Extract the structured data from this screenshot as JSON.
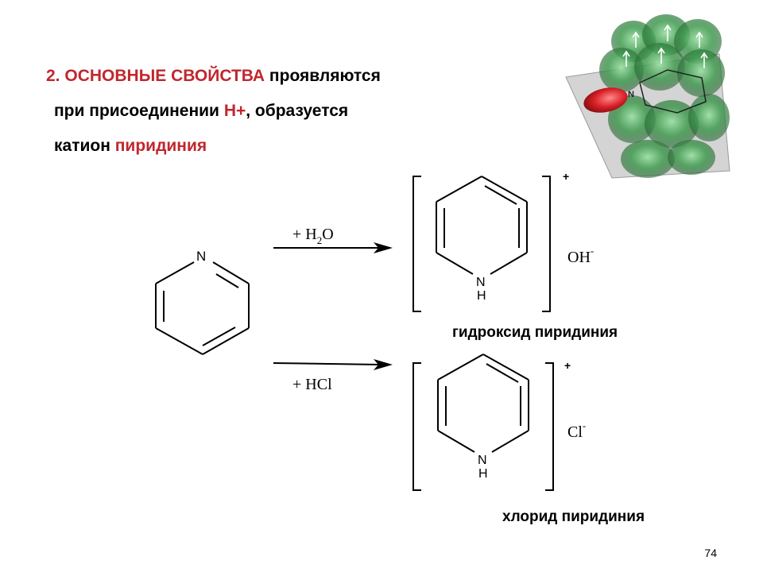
{
  "heading": {
    "line1_number": "2.",
    "line1_red": "ОСНОВНЫЕ СВОЙСТВА",
    "line1_rest": " проявляются",
    "line2_start": "при присоединении ",
    "line2_red": "Н+",
    "line2_end": ", образуется",
    "line3_start": "катион ",
    "line3_red": "пиридиния"
  },
  "reactant": {
    "atom_label": "N"
  },
  "reaction1": {
    "reagent_prefix": "+ H",
    "reagent_sub": "2",
    "reagent_suffix": "O",
    "product_atom_n": "N",
    "product_atom_h": "H",
    "charge": "+",
    "counter_ion": "OH",
    "counter_charge": "-",
    "product_name": "гидроксид пиридиния"
  },
  "reaction2": {
    "reagent": "+ HCl",
    "product_atom_n": "N",
    "product_atom_h": "H",
    "charge": "+",
    "counter_ion": "Cl",
    "counter_charge": "-",
    "product_name": "хлорид пиридиния"
  },
  "illustration": {
    "atom_label": "N"
  },
  "slide_number": "74",
  "colors": {
    "accent_red": "#c0272d",
    "orbital_green": "#3f9a4e",
    "lone_pair_red": "#d81f26"
  }
}
